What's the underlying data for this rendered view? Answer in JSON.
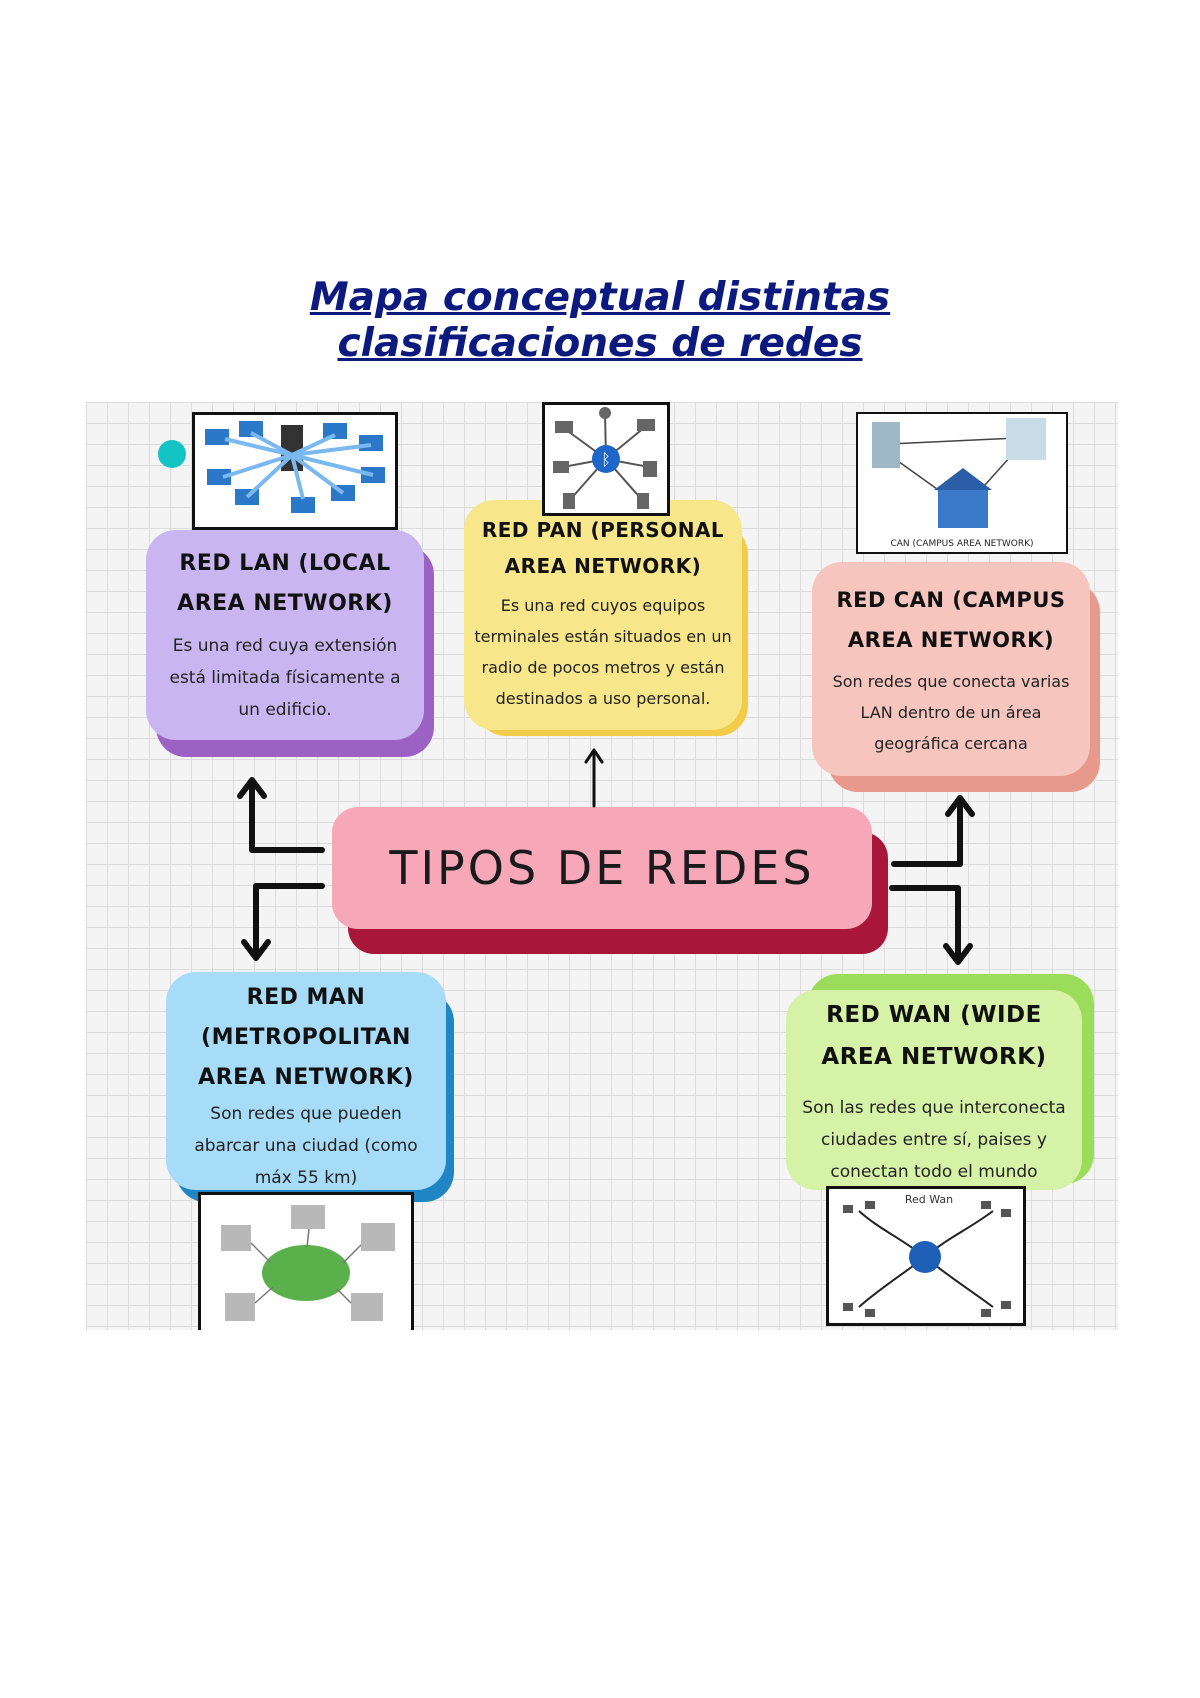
{
  "title": {
    "line1": "Mapa conceptual distintas",
    "line2": "clasificaciones de redes"
  },
  "center": {
    "label": "TIPOS DE REDES"
  },
  "nodes": {
    "lan": {
      "title": "RED LAN (LOCAL AREA NETWORK)",
      "desc": "Es una red cuya extensión está limitada físicamente a un edificio."
    },
    "pan": {
      "title": "RED PAN (PERSONAL AREA NETWORK)",
      "desc": "Es una red cuyos equipos terminales están situados en un radio de pocos metros y están destinados a uso personal."
    },
    "can": {
      "title": "RED CAN (CAMPUS AREA NETWORK)",
      "desc": "Son redes que conecta varias LAN dentro de un área geográfica cercana"
    },
    "man": {
      "title": "RED MAN (METROPOLITAN AREA NETWORK)",
      "desc": "Son redes que pueden abarcar una ciudad (como máx 55 km)"
    },
    "wan": {
      "title": "RED WAN (WIDE AREA NETWORK)",
      "desc": "Son las redes que interconecta ciudades entre sí, paises y conectan todo el mundo"
    }
  },
  "images": {
    "can_caption": "CAN (CAMPUS AREA NETWORK)",
    "wan_caption": "Red Wan"
  },
  "colors": {
    "lan": "#c9b6f0",
    "lan_shadow": "#9b62c4",
    "pan": "#f7e68a",
    "pan_shadow": "#f2cc49",
    "can": "#f6c5bd",
    "can_shadow": "#e79a8b",
    "man": "#a7dcf8",
    "man_shadow": "#1f85c4",
    "wan": "#d6f2a6",
    "wan_shadow": "#9bdc5a",
    "center": "#f7a8b8",
    "center_shadow": "#a8173a",
    "title": "#0c1a80"
  }
}
